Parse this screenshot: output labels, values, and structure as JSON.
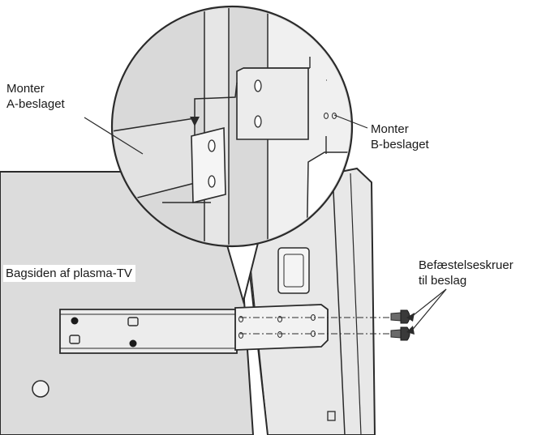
{
  "labels": {
    "bracket_a": {
      "line1": "Monter",
      "line2": "A-beslaget"
    },
    "bracket_b": {
      "line1": "Monter",
      "line2": "B-beslaget"
    },
    "tv_back": "Bagsiden af plasma-TV",
    "screws": {
      "line1": "Befæstelseskruer",
      "line2": "til beslag"
    }
  },
  "colors": {
    "tv_panel": "#dcdcdc",
    "stand": "#e8e8e8",
    "outline": "#2a2a2a",
    "zoom_fill": "#d9d9d9"
  }
}
